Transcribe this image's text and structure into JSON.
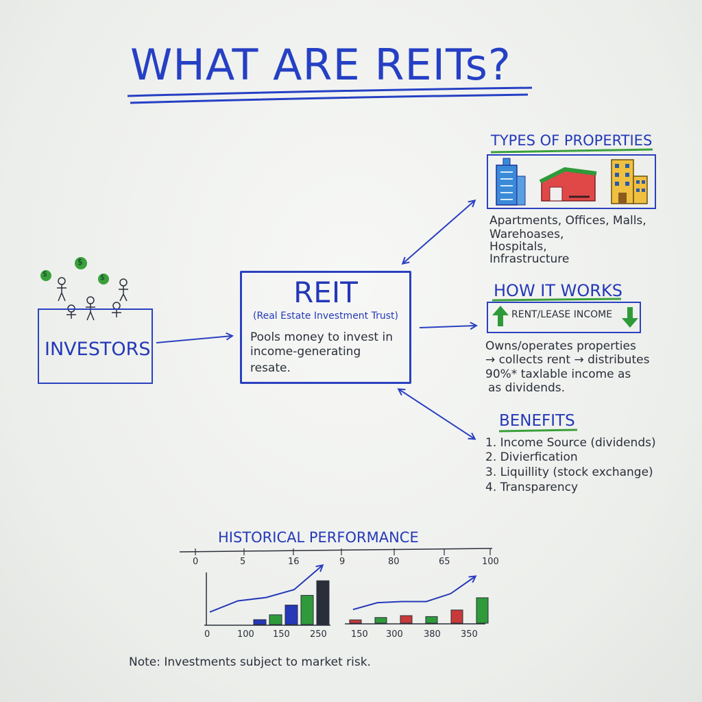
{
  "title": "WHAT ARE REITs?",
  "investors": {
    "label": "INVESTORS",
    "coin_symbol": "$"
  },
  "reit": {
    "title": "REIT",
    "subtitle": "(Real Estate Investment Trust)",
    "description_lines": [
      "Pools money to invest in",
      "income-generating",
      "resate."
    ]
  },
  "types_of_properties": {
    "heading": "TYPES OF PROPERTIES",
    "lines": [
      "Apartments, Offices, Malls,",
      "Warehoases,",
      "Hospitals,",
      "Infrastructure"
    ]
  },
  "how_it_works": {
    "heading": "HOW IT WORKS",
    "box_label": "RENT/LEASE INCOME",
    "lines": [
      "Owns/operates properties",
      "→ collects rent → distributes",
      "90%* taxlable income as",
      "as dividends."
    ]
  },
  "benefits": {
    "heading": "BENEFITS",
    "items": [
      "1. Income Source (dividends)",
      "2. Divierfication",
      "3. Liquillity (stock exchange)",
      "4. Transparency"
    ]
  },
  "historical_performance": {
    "heading": "HISTORICAL PERFORMANCE"
  },
  "note": "Note: Investments subject to market risk.",
  "colors": {
    "ink_blue": "#2438b8",
    "green": "#2f9a3a",
    "red": "#c83a3a",
    "dark": "#2a2e3a"
  },
  "chart_data": [
    {
      "type": "bar",
      "title": "",
      "top_axis_ticks": [
        "0",
        "5",
        "16",
        "9"
      ],
      "bottom_axis_ticks": [
        "0",
        "100",
        "150",
        "250"
      ],
      "values": [
        1,
        2,
        4,
        6,
        9
      ],
      "bar_colors": [
        "#2438b8",
        "#2f9a3a",
        "#2438b8",
        "#2f9a3a",
        "#2a2e3a"
      ],
      "trend_line": [
        1,
        3,
        3.6,
        5,
        9.3
      ]
    },
    {
      "type": "bar",
      "title": "",
      "top_axis_ticks": [
        "80",
        "65",
        "100"
      ],
      "bottom_axis_ticks": [
        "150",
        "300",
        "380",
        "350"
      ],
      "values": [
        0.7,
        1.2,
        1.6,
        1.4,
        2.8,
        5.4
      ],
      "bar_colors": [
        "#c83a3a",
        "#2f9a3a",
        "#c83a3a",
        "#2f9a3a",
        "#c83a3a",
        "#2f9a3a"
      ],
      "trend_line": [
        1.2,
        2.4,
        2.6,
        2.6,
        4.0,
        7.0
      ]
    }
  ]
}
